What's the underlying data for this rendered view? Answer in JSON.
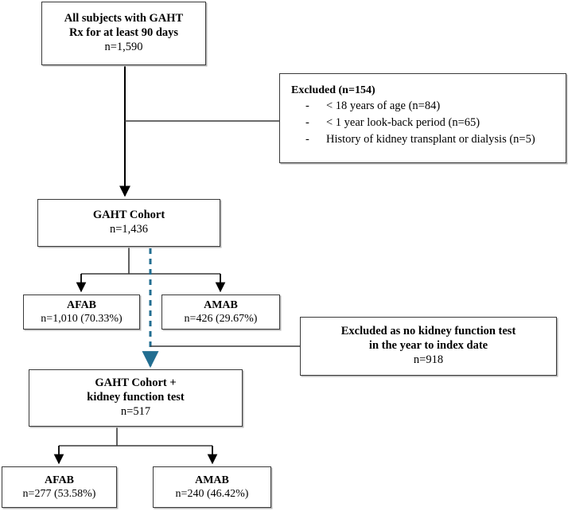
{
  "figure": {
    "type": "flowchart",
    "title": "Study cohort selection flow diagram",
    "colors": {
      "box_border": "#3a3a3a",
      "box_shadow": "#b8b8b8",
      "connector": "#000000",
      "dashed_accent": "#226e91",
      "background": "#ffffff"
    }
  },
  "nodes": {
    "all_subjects": {
      "line1": "All subjects with GAHT",
      "line2": "Rx for at least 90 days",
      "line3": "n=1,590"
    },
    "excluded_1": {
      "header": "Excluded (n=154)",
      "bullet_marker": "-",
      "items": [
        "< 18 years of age (n=84)",
        "< 1 year look-back period (n=65)",
        "History of kidney transplant or dialysis (n=5)"
      ]
    },
    "gaht_cohort": {
      "line1": "GAHT Cohort",
      "line2": "n=1,436"
    },
    "afab_mid": {
      "line1": "AFAB",
      "line2": "n=1,010 (70.33%)"
    },
    "amab_mid": {
      "line1": "AMAB",
      "line2": "n=426 (29.67%)"
    },
    "excluded_2": {
      "line1": "Excluded as no kidney function test",
      "line2": "in the year to index date",
      "line3": "n=918"
    },
    "gaht_cohort_kidney": {
      "line1": "GAHT Cohort +",
      "line2": "kidney function test",
      "line3": "n=517"
    },
    "afab_bottom": {
      "line1": "AFAB",
      "line2": "n=277 (53.58%)"
    },
    "amab_bottom": {
      "line1": "AMAB",
      "line2": "n=240 (46.42%)"
    }
  },
  "chart_data": {
    "type": "diagram",
    "title": "Cohort selection flowchart",
    "stages": [
      {
        "label": "All subjects with GAHT Rx for at least 90 days",
        "n": 1590
      },
      {
        "label": "Excluded",
        "n": 154,
        "breakdown": [
          {
            "reason": "< 18 years of age",
            "n": 84
          },
          {
            "reason": "< 1 year look-back period",
            "n": 65
          },
          {
            "reason": "History of kidney transplant or dialysis",
            "n": 5
          }
        ]
      },
      {
        "label": "GAHT Cohort",
        "n": 1436
      },
      {
        "label": "AFAB",
        "n": 1010,
        "pct": 70.33
      },
      {
        "label": "AMAB",
        "n": 426,
        "pct": 29.67
      },
      {
        "label": "Excluded as no kidney function test in the year to index date",
        "n": 918
      },
      {
        "label": "GAHT Cohort + kidney function test",
        "n": 517
      },
      {
        "label": "AFAB",
        "n": 277,
        "pct": 53.58
      },
      {
        "label": "AMAB",
        "n": 240,
        "pct": 46.42
      }
    ]
  }
}
